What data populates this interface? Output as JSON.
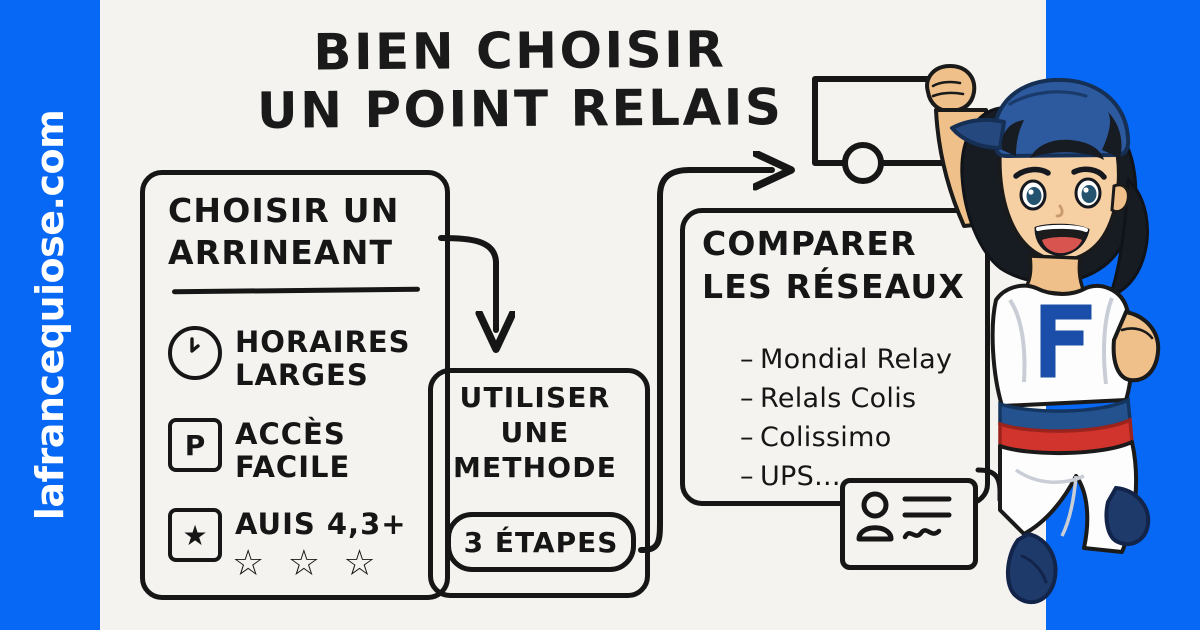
{
  "meta": {
    "site_url": "lafrancequiose.com",
    "brand_blue": "#0768f5",
    "ink": "#161616",
    "paper": "#f4f3ef"
  },
  "title": {
    "line1": "BIEN CHOISIR",
    "line2": "UN POINT RELAIS"
  },
  "cards": {
    "left": {
      "heading_line1": "CHOISIR UN",
      "heading_line2": "ARRINEANT",
      "features": [
        {
          "icon": "clock-icon",
          "icon_glyph": "",
          "label_line1": "HORAIRES",
          "label_line2": "LARGES"
        },
        {
          "icon": "parking-icon",
          "icon_glyph": "P",
          "label_line1": "ACCÈS",
          "label_line2": "FACILE"
        },
        {
          "icon": "star-badge-icon",
          "icon_glyph": "★",
          "label_line1": "AUIS 4,3+",
          "label_line2": ""
        }
      ],
      "stars": "☆ ☆ ☆"
    },
    "middle": {
      "heading_line1": "UTILISER",
      "heading_line2": "UNE",
      "heading_line3": "METHODE",
      "pill_label": "3 ÉTAPES"
    },
    "right": {
      "heading_line1": "COMPARER",
      "heading_line2": "LES RÉSEAUX",
      "networks": [
        "Mondial Relay",
        "Relals Colis",
        "Colissimo",
        "UPS..."
      ]
    }
  },
  "illustration": {
    "truck": "delivery-truck-icon",
    "badge": "id-card-icon",
    "mascot_shirt_letter": "F"
  }
}
